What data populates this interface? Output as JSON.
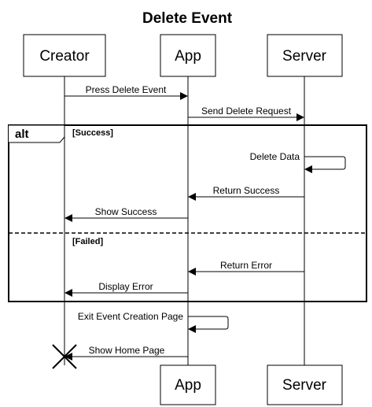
{
  "title": "Delete Event",
  "participants": {
    "creator": "Creator",
    "app": "App",
    "server": "Server"
  },
  "alt_frame": {
    "label": "alt",
    "success_guard": "[Success]",
    "failed_guard": "[Failed]"
  },
  "messages": {
    "press_delete_event": "Press Delete Event",
    "send_delete_request": "Send Delete Request",
    "delete_data": "Delete Data",
    "return_success": "Return Success",
    "show_success": "Show Success",
    "return_error": "Return Error",
    "display_error": "Display Error",
    "exit_event_creation_page": "Exit Event Creation Page",
    "show_home_page": "Show Home Page"
  }
}
